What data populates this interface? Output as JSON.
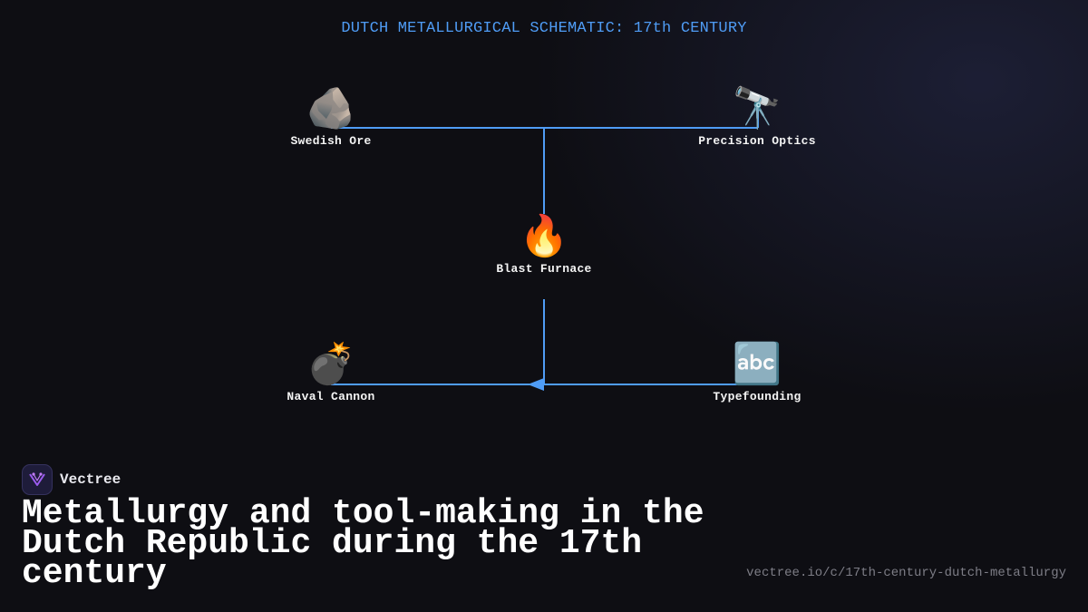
{
  "diagram": {
    "title": "DUTCH METALLURGICAL SCHEMATIC: 17th CENTURY",
    "nodes": [
      {
        "id": "swedish-ore",
        "label": "Swedish Ore",
        "icon": "rock-icon",
        "glyph": "🪨"
      },
      {
        "id": "precision-optics",
        "label": "Precision Optics",
        "icon": "telescope-icon",
        "glyph": "🔭"
      },
      {
        "id": "blast-furnace",
        "label": "Blast Furnace",
        "icon": "fire-icon",
        "glyph": "🔥"
      },
      {
        "id": "naval-cannon",
        "label": "Naval Cannon",
        "icon": "bomb-icon",
        "glyph": "💣"
      },
      {
        "id": "typefounding",
        "label": "Typefounding",
        "icon": "abc-letters-icon",
        "glyph": "🔤"
      }
    ],
    "edges": [
      {
        "from": "swedish-ore",
        "to": "blast-furnace"
      },
      {
        "from": "precision-optics",
        "to": "blast-furnace"
      },
      {
        "from": "blast-furnace",
        "to": "naval-cannon"
      },
      {
        "from": "typefounding",
        "to": "naval-cannon"
      }
    ],
    "colors": {
      "accent": "#4f9cf5",
      "background": "#0e0e13"
    }
  },
  "brand": {
    "name": "Vectree",
    "logo_icon": "vectree-logo-icon"
  },
  "headline": "Metallurgy and tool-making in the Dutch Republic during the 17th century",
  "source_url": "vectree.io/c/17th-century-dutch-metallurgy"
}
